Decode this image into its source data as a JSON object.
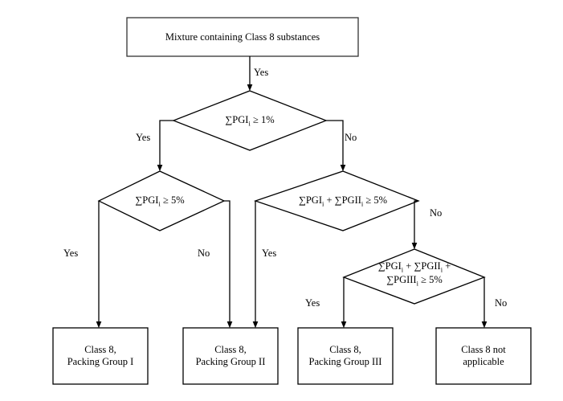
{
  "diagram": {
    "title": "Class 8 mixture packing group assignment flowchart",
    "stroke_color": "#000000",
    "fill_color": "#ffffff",
    "text_color": "#000000"
  },
  "nodes": {
    "start": {
      "id": "start",
      "shape": "rectangle",
      "label": "Mixture containing Class 8 substances"
    },
    "decision1": {
      "id": "decision1",
      "shape": "diamond",
      "label_plain": "∑PGIi ≥ 1%",
      "parts": {
        "prefix": "∑PGI",
        "sub": "i",
        "suffix": " ≥ 1%"
      }
    },
    "decision2": {
      "id": "decision2",
      "shape": "diamond",
      "label_plain": "∑PGIi ≥ 5%",
      "parts": {
        "prefix": "∑PGI",
        "sub": "i",
        "suffix": " ≥ 5%"
      }
    },
    "decision3": {
      "id": "decision3",
      "shape": "diamond",
      "label_plain": "∑PGIi + ∑PGIIi ≥ 5%",
      "parts": {
        "p1": "∑PGI",
        "s1": "i",
        "p2": " + ∑PGII",
        "s2": "i",
        "p3": " ≥ 5%"
      }
    },
    "decision4": {
      "id": "decision4",
      "shape": "diamond",
      "label_plain": "∑PGIi + ∑PGIIi + ∑PGIIIi ≥ 5%",
      "parts": {
        "p1": "∑PGI",
        "s1": "i",
        "p2": " + ∑PGII",
        "s2": "i",
        "p3": " +",
        "p4": "∑PGIII",
        "s4": "i",
        "p5": " ≥ 5%"
      }
    },
    "result1": {
      "id": "result1",
      "shape": "rectangle",
      "line1": "Class 8,",
      "line2": "Packing Group I"
    },
    "result2": {
      "id": "result2",
      "shape": "rectangle",
      "line1": "Class 8,",
      "line2": "Packing Group II"
    },
    "result3": {
      "id": "result3",
      "shape": "rectangle",
      "line1": "Class 8,",
      "line2": "Packing Group III"
    },
    "result4": {
      "id": "result4",
      "shape": "rectangle",
      "line1": "Class 8 not",
      "line2": "applicable"
    }
  },
  "edge_labels": {
    "start_to_d1": "Yes",
    "d1_yes": "Yes",
    "d1_no": "No",
    "d2_yes": "Yes",
    "d2_no": "No",
    "d3_yes": "Yes",
    "d3_no": "No",
    "d4_yes": "Yes",
    "d4_no": "No"
  },
  "edges": [
    {
      "from": "start",
      "to": "decision1",
      "label": "Yes"
    },
    {
      "from": "decision1",
      "to": "decision2",
      "label": "Yes"
    },
    {
      "from": "decision1",
      "to": "decision3",
      "label": "No"
    },
    {
      "from": "decision2",
      "to": "result1",
      "label": "Yes"
    },
    {
      "from": "decision2",
      "to": "result2",
      "label": "No"
    },
    {
      "from": "decision3",
      "to": "result2",
      "label": "Yes"
    },
    {
      "from": "decision3",
      "to": "decision4",
      "label": "No"
    },
    {
      "from": "decision4",
      "to": "result3",
      "label": "Yes"
    },
    {
      "from": "decision4",
      "to": "result4",
      "label": "No"
    }
  ]
}
